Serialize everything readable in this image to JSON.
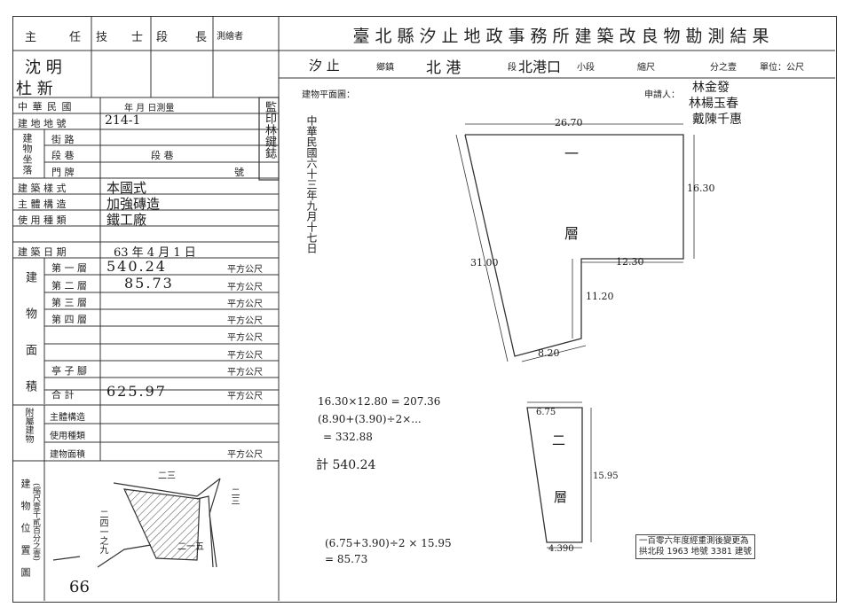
{
  "header": {
    "roles": [
      "主",
      "任",
      "技",
      "士",
      "段",
      "長",
      "測繪者"
    ],
    "title": "臺北縣汐止地政事務所建築改良物勘測結果",
    "location_row": {
      "township_hand": "汐 止",
      "township_label": "鄉鎮",
      "section_hand": "北 港",
      "section_label": "段",
      "subsection_hand": "北港口",
      "subsection_label": "小段",
      "scale_label": "縮尺",
      "scale_suffix": "分之壹",
      "unit": "單位：公尺"
    },
    "signatures": [
      "沈 明",
      "杜 新"
    ]
  },
  "left_table": {
    "rows": [
      {
        "label": "中 華 民 國",
        "value": "年          月          日測量"
      },
      {
        "label": "建 地 地 號",
        "value": "214-1"
      },
      {
        "label": "街    路",
        "value": ""
      },
      {
        "label": "段    巷",
        "value": "段          巷"
      },
      {
        "label": "門    牌",
        "value": "號"
      },
      {
        "label": "建 築 樣 式",
        "value": "本國式"
      },
      {
        "label": "主 體 構 造",
        "value": "加強磚造"
      },
      {
        "label": "使 用 種 類",
        "value": "鐵工廠"
      },
      {
        "label": "建 築 日 期",
        "value": "63 年  4 月  1 日"
      }
    ],
    "group_address": "建物坐落",
    "group_area": "建物面積",
    "floors": [
      {
        "label": "第 一 層",
        "value": "540.24",
        "unit": "平方公尺"
      },
      {
        "label": "第 二 層",
        "value": "85.73",
        "unit": "平方公尺"
      },
      {
        "label": "第 三 層",
        "value": "",
        "unit": "平方公尺"
      },
      {
        "label": "第 四 層",
        "value": "",
        "unit": "平方公尺"
      },
      {
        "label": "",
        "value": "",
        "unit": "平方公尺"
      },
      {
        "label": "",
        "value": "",
        "unit": "平方公尺"
      },
      {
        "label": "亭 子 腳",
        "value": "",
        "unit": "平方公尺"
      },
      {
        "label": "合    計",
        "value": "625.97",
        "unit": "平方公尺"
      }
    ],
    "attached": {
      "group": "附屬建物",
      "rows": [
        {
          "label": "主體構造",
          "value": "",
          "unit": ""
        },
        {
          "label": "使用種類",
          "value": "",
          "unit": ""
        },
        {
          "label": "建物面積",
          "value": "",
          "unit": "平方公尺"
        }
      ]
    },
    "position_group": "建物位置圖",
    "position_scale": "(縮尺壹千貳百分之壹)",
    "page_number": "66",
    "stamp": "監印林鍵鋕"
  },
  "plan": {
    "heading": "建物平面圖：",
    "applicant_label": "申請人：",
    "applicants": [
      "林金發",
      "林楊玉春",
      "戴陳千惠"
    ],
    "date_vertical": "中華民國六十三年九月十七日",
    "floor1_dims": {
      "top": "26.70",
      "right": "16.30",
      "mid": "12.30",
      "step": "11.20",
      "bottom": "8.20",
      "left": "31.00"
    },
    "floor1_label": [
      "一",
      "層"
    ],
    "floor2_dims": {
      "top": "6.75",
      "right": "15.95",
      "bottom": "4.390"
    },
    "floor2_label": [
      "二",
      "層"
    ],
    "calc1": [
      "16.30×12.80 = 207.36",
      "(8.90+(3.90)÷2×...",
      "= 332.88",
      "計 540.24"
    ],
    "calc2": [
      "(6.75+3.90)÷2 × 15.95",
      "= 85.73"
    ],
    "note": [
      "一百零六年度經重測後變更為",
      "拱北段 1963 地號 3381 建號"
    ]
  },
  "location_map": {
    "labels": [
      "二三",
      "二四一之九",
      "二一五",
      "二三"
    ]
  }
}
